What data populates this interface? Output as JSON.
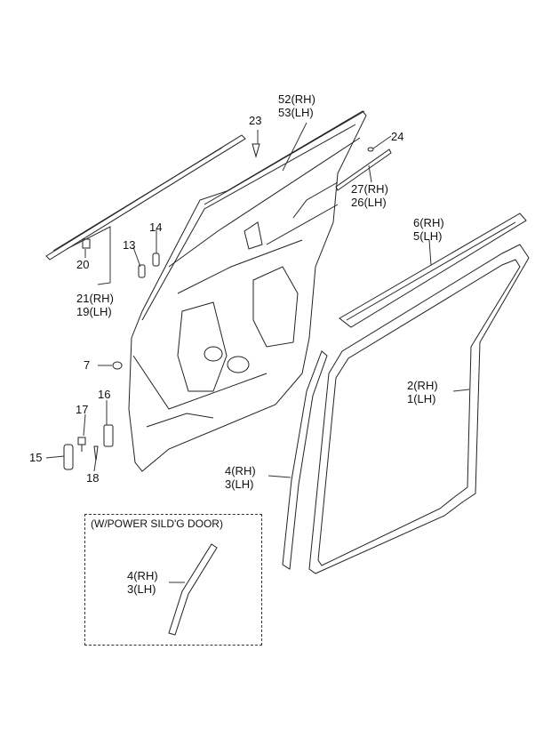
{
  "callouts": [
    {
      "id": "c52",
      "lines": [
        "52(RH)",
        "53(LH)"
      ]
    },
    {
      "id": "c23",
      "lines": [
        "23"
      ]
    },
    {
      "id": "c24",
      "lines": [
        "24"
      ]
    },
    {
      "id": "c27",
      "lines": [
        "27(RH)",
        "26(LH)"
      ]
    },
    {
      "id": "c14",
      "lines": [
        "14"
      ]
    },
    {
      "id": "c13",
      "lines": [
        "13"
      ]
    },
    {
      "id": "c20",
      "lines": [
        "20"
      ]
    },
    {
      "id": "c21",
      "lines": [
        "21(RH)",
        "19(LH)"
      ]
    },
    {
      "id": "c6",
      "lines": [
        "6(RH)",
        "5(LH)"
      ]
    },
    {
      "id": "c7",
      "lines": [
        "7"
      ]
    },
    {
      "id": "c16",
      "lines": [
        "16"
      ]
    },
    {
      "id": "c17",
      "lines": [
        "17"
      ]
    },
    {
      "id": "c15",
      "lines": [
        "15"
      ]
    },
    {
      "id": "c18",
      "lines": [
        "18"
      ]
    },
    {
      "id": "c2",
      "lines": [
        "2(RH)",
        "1(LH)"
      ]
    },
    {
      "id": "c4",
      "lines": [
        "4(RH)",
        "3(LH)"
      ]
    },
    {
      "id": "c4b",
      "lines": [
        "4(RH)",
        "3(LH)"
      ]
    }
  ],
  "inset": {
    "title": "(W/POWER SILD'G DOOR)"
  }
}
